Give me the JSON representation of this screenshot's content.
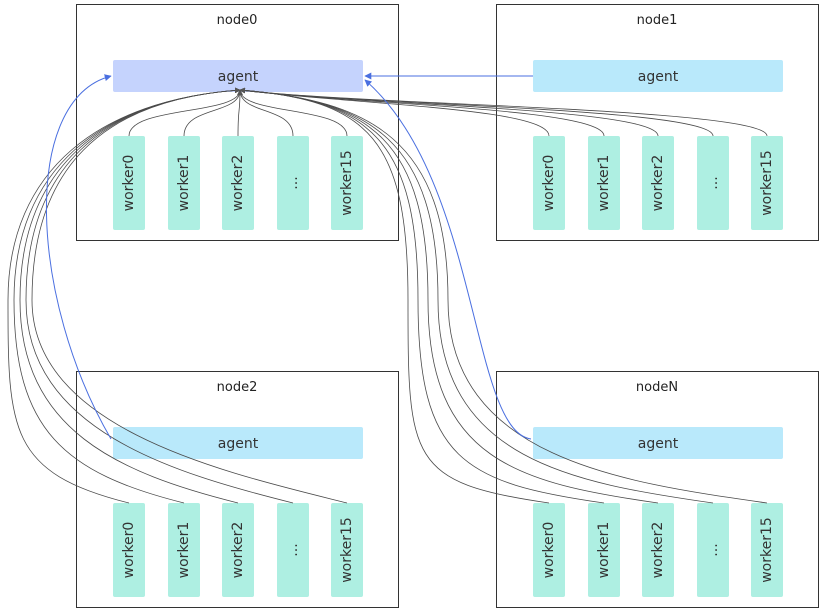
{
  "colors": {
    "agent_primary": "#c5d3fd",
    "agent_secondary": "#b9e9fb",
    "worker": "#aeefe2",
    "link_gray": "#4a4a4a",
    "link_blue": "#4a6fe0",
    "border": "#333333"
  },
  "nodes": [
    {
      "title": "node0",
      "agent_label": "agent",
      "workers": [
        "worker0",
        "worker1",
        "worker2",
        "...",
        "worker15"
      ]
    },
    {
      "title": "node1",
      "agent_label": "agent",
      "workers": [
        "worker0",
        "worker1",
        "worker2",
        "...",
        "worker15"
      ]
    },
    {
      "title": "node2",
      "agent_label": "agent",
      "workers": [
        "worker0",
        "worker1",
        "worker2",
        "...",
        "worker15"
      ]
    },
    {
      "title": "nodeN",
      "agent_label": "agent",
      "workers": [
        "worker0",
        "worker1",
        "worker2",
        "...",
        "worker15"
      ]
    }
  ]
}
